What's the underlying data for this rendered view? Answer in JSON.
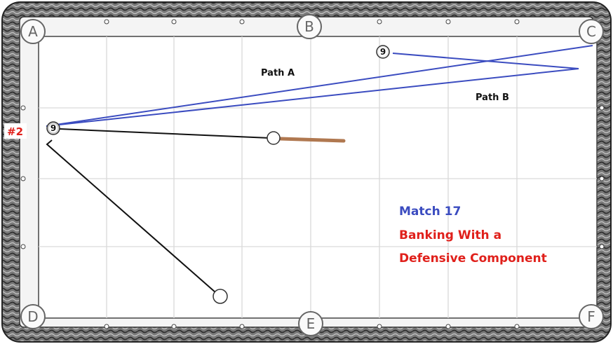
{
  "pockets": {
    "A": "A",
    "B": "B",
    "C": "C",
    "D": "D",
    "E": "E",
    "F": "F"
  },
  "balls": {
    "nine_top": "9",
    "nine_left": "9"
  },
  "labels": {
    "path_a": "Path A",
    "path_b": "Path B",
    "position": "#2"
  },
  "title": {
    "match": "Match 17",
    "line1": "Banking With a",
    "line2": "Defensive Component"
  },
  "colors": {
    "bank_path": "#3b4cc0",
    "cue_path": "#111111",
    "cue_stick": "#b07850",
    "match_text": "#3b4cc0",
    "subtitle_text": "#e0201b",
    "rail": "#555555",
    "grid": "#d9d9d9"
  }
}
